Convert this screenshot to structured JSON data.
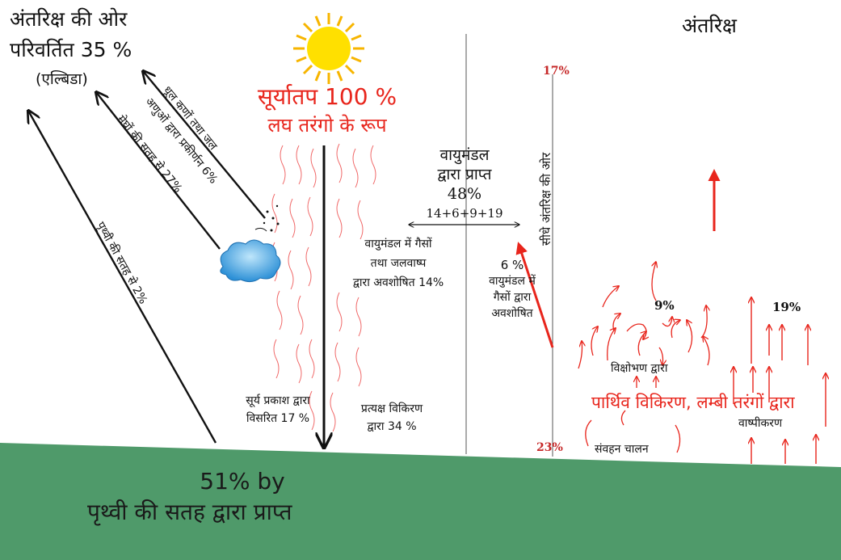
{
  "space_return": {
    "line1": "अंतरिक्ष की ओर",
    "line2": "परिवर्तित 35 %",
    "line3": "(एल्बिडा)"
  },
  "space_label": "अंतरिक्ष",
  "insolation": {
    "line1": "सूर्यातप 100 %",
    "line2": "लघ तरंगो के रूप"
  },
  "arrow_labels": {
    "dust_line1": "धूल कणों तथा जल",
    "dust_line2": "अणुओं द्वारा प्रकीर्णन 6%",
    "cloud": "मेघों की सतह से 27%",
    "earth": "पृथ्वी की सतह से 2%",
    "direct_space": "सीधे अंतरिक्ष की ओर"
  },
  "atmosphere_received": {
    "line1": "वायुमंडल",
    "line2": "द्वारा प्राप्त",
    "line3": "48%",
    "line4": "14+6+9+19"
  },
  "absorbed_gases": {
    "line1": "वायुमंडल में गैसों",
    "line2": "तथा जलवाष्प",
    "line3": "द्वारा अवशोषित 14%"
  },
  "gas_absorbed_6": {
    "line1": "6 %",
    "line2": "वायुमंडल में",
    "line3": "गैसों द्वारा",
    "line4": "अवशोषित"
  },
  "diffused": {
    "line1": "सूर्य प्रकाश द्वारा",
    "line2": "विसरित 17 %"
  },
  "direct_radiation": {
    "line1": "प्रत्यक्ष विकिरण",
    "line2": "द्वारा 34 %"
  },
  "percent_17": "17%",
  "percent_9": "9%",
  "percent_19": "19%",
  "percent_23": "23%",
  "turbulence": "विक्षोभण द्वारा",
  "terrestrial": "पार्थिव विकिरण, लम्बी तरंगों द्वारा",
  "evaporation": "वाष्पीकरण",
  "convection": "संवहन चालन",
  "earth_received": {
    "line1": "51% by",
    "line2": "पृथ्वी की सतह द्वारा प्राप्त"
  },
  "colors": {
    "ground": "#4f9a6a",
    "sun": "#ffe000",
    "sun_rays": "#f7b500",
    "red": "#e8251c",
    "cloud": "#3aa0e0"
  }
}
